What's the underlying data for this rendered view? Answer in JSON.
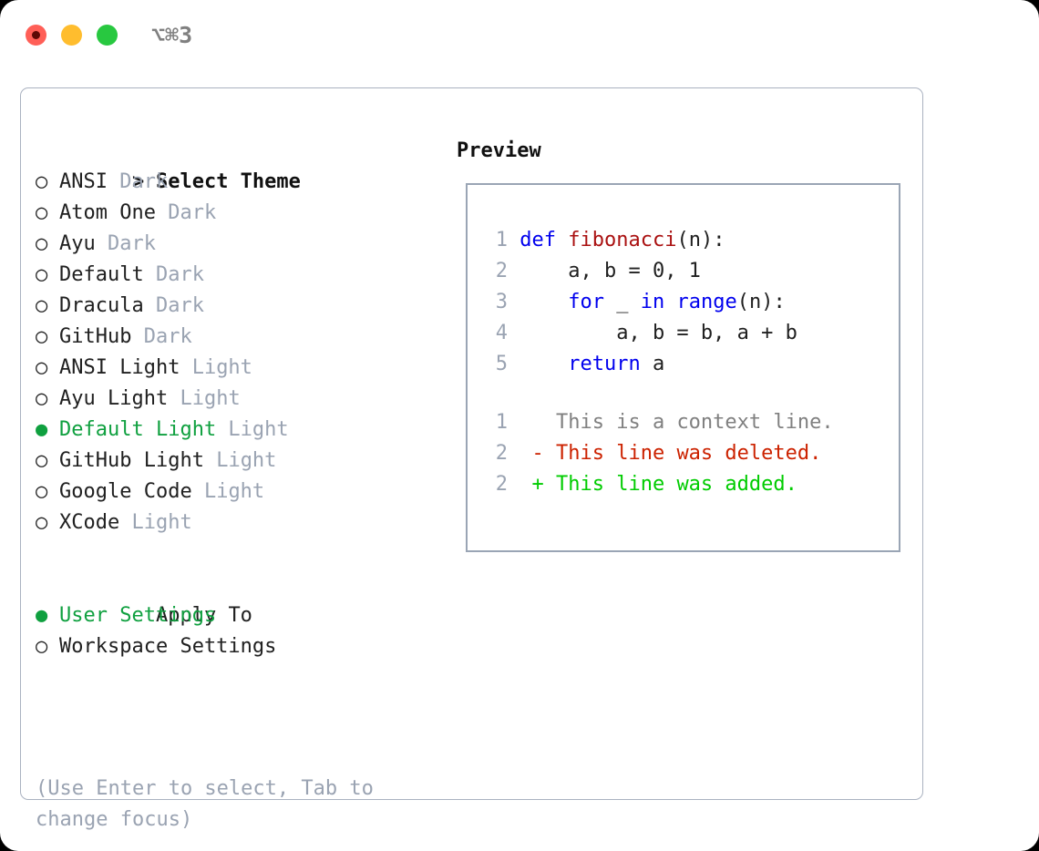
{
  "window": {
    "traffic_lights": [
      "close",
      "minimize",
      "maximize"
    ],
    "shortcut_label": "⌥⌘3",
    "accent_green": "#0fa03f",
    "border_color": "#aab2c0"
  },
  "theme_list": {
    "header_marker": "> ",
    "header_label": "Select Theme",
    "items": [
      {
        "marker": "○ ",
        "label": "ANSI",
        "tag": " Dark",
        "selected": false
      },
      {
        "marker": "○ ",
        "label": "Atom One",
        "tag": " Dark",
        "selected": false
      },
      {
        "marker": "○ ",
        "label": "Ayu",
        "tag": " Dark",
        "selected": false
      },
      {
        "marker": "○ ",
        "label": "Default",
        "tag": " Dark",
        "selected": false
      },
      {
        "marker": "○ ",
        "label": "Dracula",
        "tag": " Dark",
        "selected": false
      },
      {
        "marker": "○ ",
        "label": "GitHub",
        "tag": " Dark",
        "selected": false
      },
      {
        "marker": "○ ",
        "label": "ANSI Light",
        "tag": " Light",
        "selected": false
      },
      {
        "marker": "○ ",
        "label": "Ayu Light",
        "tag": " Light",
        "selected": false
      },
      {
        "marker": "● ",
        "label": "Default Light",
        "tag": " Light",
        "selected": true
      },
      {
        "marker": "○ ",
        "label": "GitHub Light",
        "tag": " Light",
        "selected": false
      },
      {
        "marker": "○ ",
        "label": "Google Code",
        "tag": " Light",
        "selected": false
      },
      {
        "marker": "○ ",
        "label": "XCode",
        "tag": " Light",
        "selected": false
      }
    ]
  },
  "apply_to": {
    "header_marker": "  ",
    "header_label": "Apply To",
    "items": [
      {
        "marker": "● ",
        "label": "User Settings",
        "selected": true
      },
      {
        "marker": "○ ",
        "label": "Workspace Settings",
        "selected": false
      }
    ]
  },
  "hint": {
    "text": "(Use Enter to select, Tab to change focus)"
  },
  "preview": {
    "title": "Preview",
    "code_lines": [
      {
        "num": "1",
        "tokens": [
          {
            "t": "def ",
            "c": "kw"
          },
          {
            "t": "fibonacci",
            "c": "fn"
          },
          {
            "t": "(n):",
            "c": "pl"
          }
        ]
      },
      {
        "num": "2",
        "tokens": [
          {
            "t": "    a, b = 0, 1",
            "c": "pl"
          }
        ]
      },
      {
        "num": "3",
        "tokens": [
          {
            "t": "    ",
            "c": "pl"
          },
          {
            "t": "for",
            "c": "kw"
          },
          {
            "t": " _ ",
            "c": "pl"
          },
          {
            "t": "in",
            "c": "kw"
          },
          {
            "t": " ",
            "c": "pl"
          },
          {
            "t": "range",
            "c": "kw"
          },
          {
            "t": "(n):",
            "c": "pl"
          }
        ]
      },
      {
        "num": "4",
        "tokens": [
          {
            "t": "        a, b = b, a + b",
            "c": "pl"
          }
        ]
      },
      {
        "num": "5",
        "tokens": [
          {
            "t": "    ",
            "c": "pl"
          },
          {
            "t": "return",
            "c": "kw"
          },
          {
            "t": " a",
            "c": "pl"
          }
        ]
      }
    ],
    "diff_lines": [
      {
        "num": "1",
        "text": "  This is a context line.",
        "kind": "ctx"
      },
      {
        "num": "2",
        "text": "- This line was deleted.",
        "kind": "del"
      },
      {
        "num": "2",
        "text": "+ This line was added.",
        "kind": "add"
      }
    ]
  }
}
